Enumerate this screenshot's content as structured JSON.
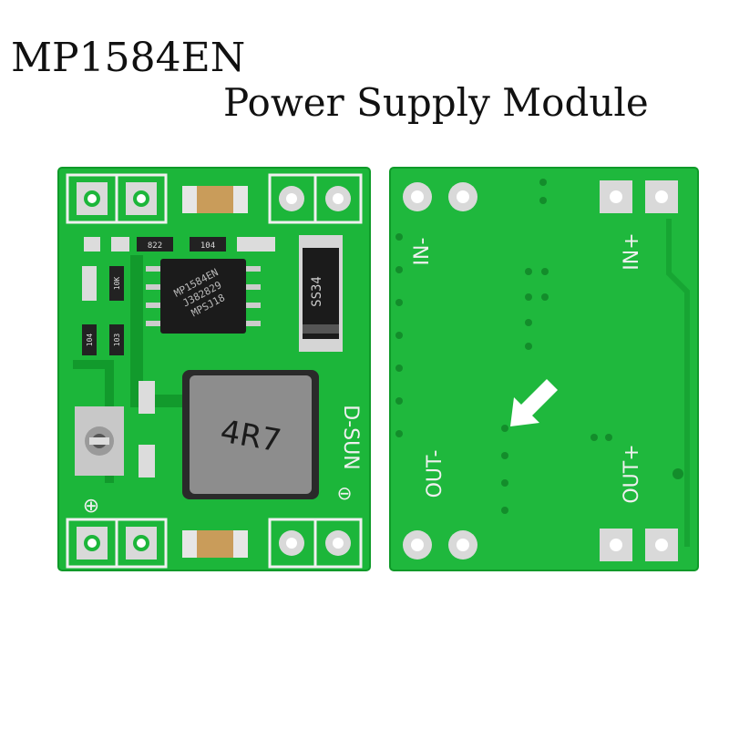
{
  "title": "MP1584EN",
  "subtitle": "Power Supply Module",
  "colors": {
    "pcb_green": "#16b233",
    "pcb_dark": "#0e8d25",
    "pad_white": "#f2f2f2",
    "chip_black": "#1b1b1b",
    "inductor_gray": "#8a8a8a"
  },
  "front_board": {
    "ic_label_lines": [
      "MP1584EN",
      "J382829",
      "MPSJ18"
    ],
    "diode_label": "SS34",
    "inductor_label": "4R7",
    "resistor_labels": [
      "822",
      "104",
      "104",
      "103",
      "10K"
    ],
    "silkscreen": "D-SUN",
    "symbols": [
      "⊕",
      "⊖"
    ]
  },
  "back_board": {
    "labels": [
      "IN-",
      "IN+",
      "OUT-",
      "OUT+"
    ]
  }
}
